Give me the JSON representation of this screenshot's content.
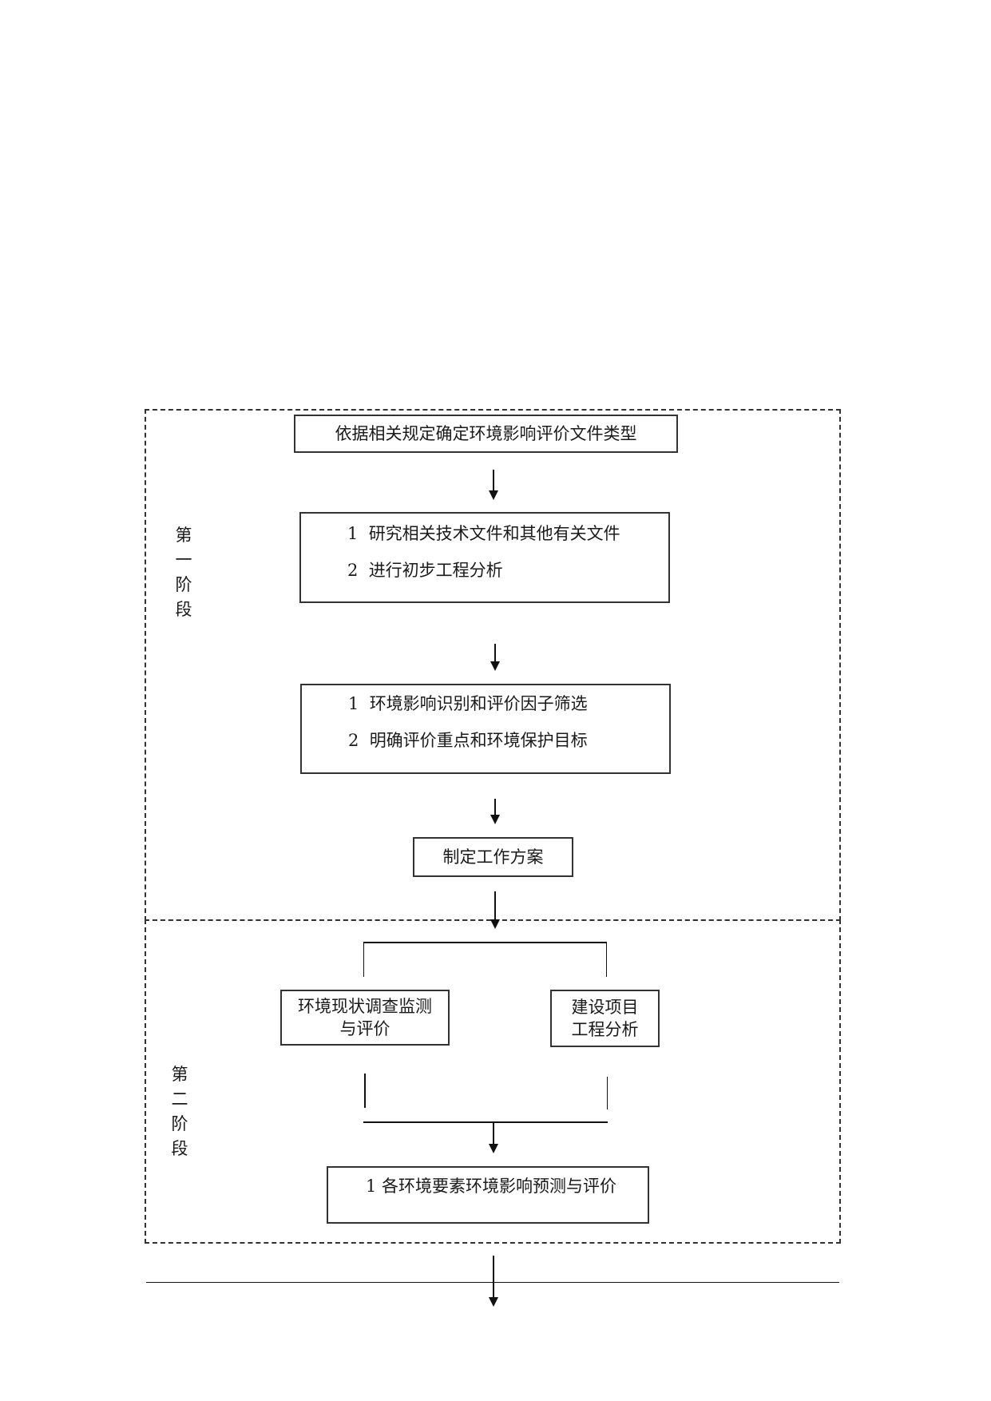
{
  "stage1": {
    "label_chars": [
      "第",
      "一",
      "阶",
      "段"
    ]
  },
  "stage2": {
    "label_chars": [
      "第",
      "二",
      "阶",
      "段"
    ]
  },
  "boxes": {
    "determine_type": "依据相关规定确定环境影响评价文件类型",
    "study": {
      "line1_num": "1",
      "line1_text": "研究相关技术文件和其他有关文件",
      "line2_num": "2",
      "line2_text": "进行初步工程分析"
    },
    "identify": {
      "line1_num": "1",
      "line1_text": "环境影响识别和评价因子筛选",
      "line2_num": "2",
      "line2_text": "明确评价重点和环境保护目标"
    },
    "work_plan": "制定工作方案",
    "survey": {
      "line1": "环境现状调查监测",
      "line2": "与评价"
    },
    "project": {
      "line1": "建设项目",
      "line2": "工程分析"
    },
    "predict": {
      "line1": "1 各环境要素环境影响预测与评价"
    }
  }
}
